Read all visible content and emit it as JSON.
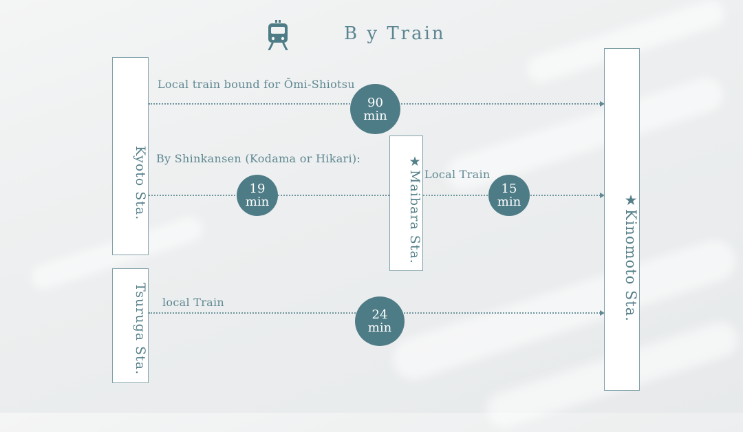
{
  "header": {
    "title": "B y  Train",
    "icon": "train-icon"
  },
  "stations": {
    "kyoto": "Kyoto Sta.",
    "tsuruga": "Tsuruga Sta.",
    "maibara": "★Maibara Sta.",
    "kinomoto": "★Kinomoto Sta."
  },
  "routes": [
    {
      "label": "Local train bound for Ōmi-Shiotsu",
      "minutes": "90",
      "unit": "min"
    },
    {
      "label": "By Shinkansen (Kodama or Hikari):",
      "minutes": "19",
      "unit": "min"
    },
    {
      "label": "Local Train",
      "minutes": "15",
      "unit": "min"
    },
    {
      "label": "local Train",
      "minutes": "24",
      "unit": "min"
    }
  ],
  "colors": {
    "accent": "#4e7c86",
    "text": "#557f89",
    "border": "#7fa0a8"
  }
}
